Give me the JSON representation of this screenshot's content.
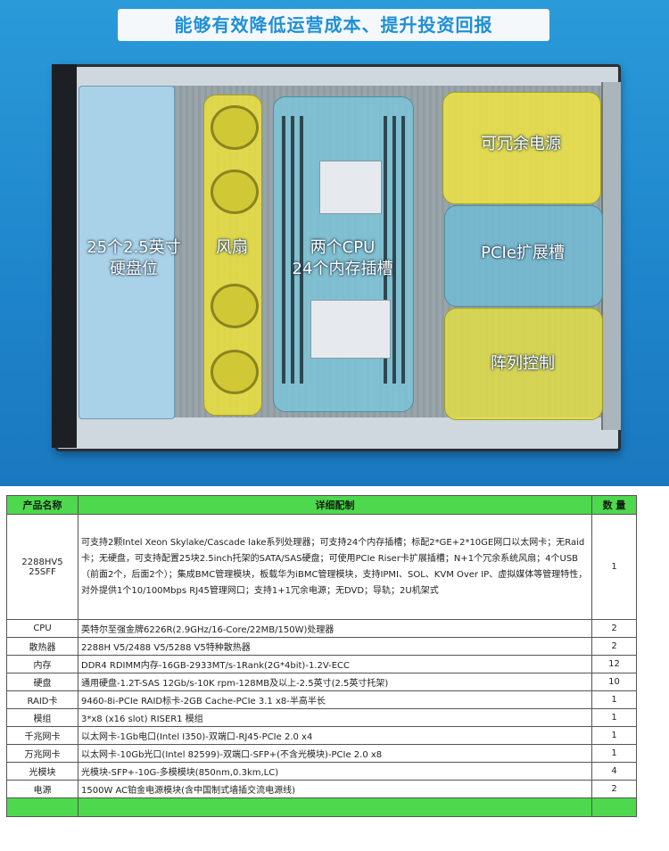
{
  "banner": {
    "text": "能够有效降低运营成本、提升投资回报"
  },
  "diagram_labels": {
    "disk": "25个2.5英寸\n硬盘位",
    "fan": "风扇",
    "cpu": "两个CPU\n24个内存插槽",
    "psu": "可冗余电源",
    "pcie": "PCIe扩展槽",
    "raid": "阵列控制"
  },
  "table": {
    "headers": [
      "产品名称",
      "详细配制",
      "数 量"
    ],
    "rows": [
      {
        "name": "2288HV5\n25SFF",
        "desc": "可支持2颗Intel Xeon Skylake/Cascade lake系列处理器；可支持24个内存插槽；标配2*GE+2*10GE网口以太网卡；无Raid卡；无硬盘，可支持配置25块2.5inch托架的SATA/SAS硬盘；可使用PCIe Riser卡扩展插槽；N+1个冗余系统风扇；4个USB（前面2个，后面2个）；集成BMC管理模块，板载华为iBMC管理模块，支持IPMI、SOL、KVM Over IP、虚拟媒体等管理特性，对外提供1个10/100Mbps RJ45管理网口；支持1+1冗余电源；无DVD；导轨；2U机架式",
        "qty": "1"
      },
      {
        "name": "CPU",
        "desc": "英特尔至强金牌6226R(2.9GHz/16-Core/22MB/150W)处理器",
        "qty": "2"
      },
      {
        "name": "散热器",
        "desc": "2288H V5/2488 V5/5288 V5特种散热器",
        "qty": "2"
      },
      {
        "name": "内存",
        "desc": "DDR4 RDIMM内存-16GB-2933MT/s-1Rank(2G*4bit)-1.2V-ECC",
        "qty": "12"
      },
      {
        "name": "硬盘",
        "desc": "通用硬盘-1.2T-SAS 12Gb/s-10K rpm-128MB及以上-2.5英寸(2.5英寸托架)",
        "qty": "10"
      },
      {
        "name": "RAID卡",
        "desc": "9460-8i-PCIe RAID标卡-2GB Cache-PCIe 3.1 x8-半高半长",
        "qty": "1"
      },
      {
        "name": "模组",
        "desc": "3*x8 (x16 slot) RISER1 模组",
        "qty": "1"
      },
      {
        "name": "千兆网卡",
        "desc": "以太网卡-1Gb电口(Intel I350)-双端口-RJ45-PCIe 2.0 x4",
        "qty": "1"
      },
      {
        "name": "万兆网卡",
        "desc": "以太网卡-10Gb光口(Intel 82599)-双端口-SFP+(不含光模块)-PCIe 2.0 x8",
        "qty": "1"
      },
      {
        "name": "光模块",
        "desc": "光模块-SFP+-10G-多模模块(850nm,0.3km,LC)",
        "qty": "4"
      },
      {
        "name": "电源",
        "desc": "1500W AC铂金电源模块(含中国制式墙插交流电源线)",
        "qty": "2"
      }
    ]
  },
  "colors": {
    "header_green": "#4ed84e",
    "banner_text": "#1f8fd6",
    "hero_blue": "#1f86cc"
  }
}
